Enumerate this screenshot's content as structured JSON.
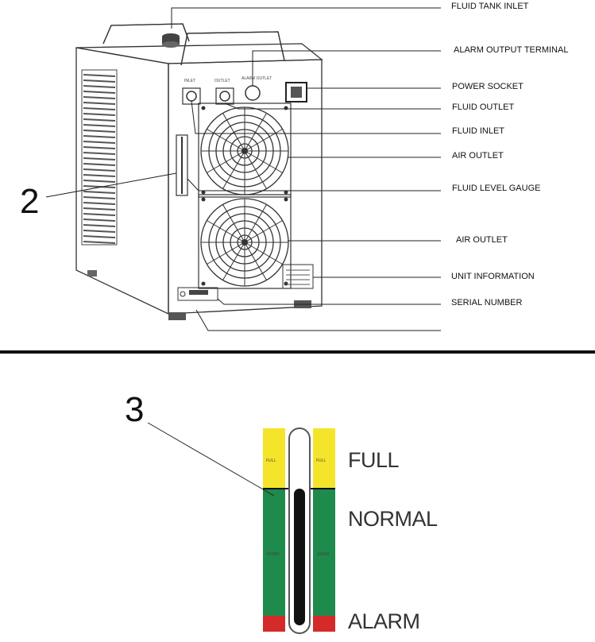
{
  "upper_figure": {
    "callout_number": "2",
    "labels": {
      "fluid_tank_inlet": "FLUID TANK INLET",
      "alarm_output_terminal": "ALARM OUTPUT TERMINAL",
      "power_socket": "POWER SOCKET",
      "fluid_outlet": "FLUID OUTLET",
      "fluid_inlet": "FLUID INLET",
      "air_outlet_upper": "AIR OUTLET",
      "fluid_level_gauge": "FLUID LEVEL GAUGE",
      "air_outlet_lower": "AIR OUTLET",
      "unit_information": "UNIT INFORMATION",
      "serial_number": "SERIAL NUMBER"
    },
    "panel_markings": {
      "inlet": "INLET",
      "outlet": "OUTLET",
      "alarm": "ALARM OUTLET"
    }
  },
  "lower_figure": {
    "callout_number": "3",
    "levels": {
      "full": "FULL",
      "normal": "NORMAL",
      "alarm": "ALARM"
    },
    "scale_markings": {
      "full": "FULL",
      "normal": "NORM"
    },
    "colors": {
      "full_zone": "#f4e52a",
      "normal_zone": "#1e8a4c",
      "alarm_zone": "#d42a2a",
      "fluid_column": "#111111",
      "divider": "#111111"
    }
  }
}
